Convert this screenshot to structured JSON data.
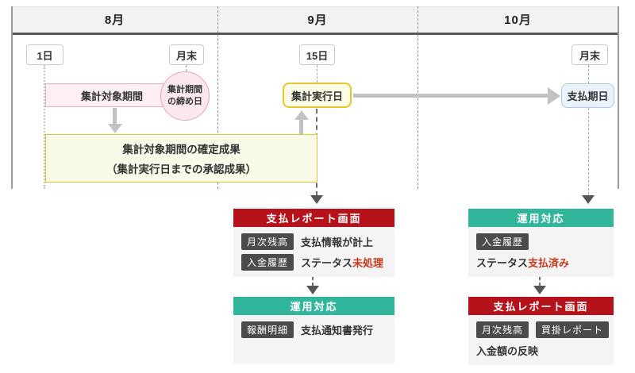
{
  "timeline": {
    "months": {
      "august": "8月",
      "september": "9月",
      "october": "10月"
    },
    "markers": {
      "aug_day1": "1日",
      "aug_eom": "月末",
      "sep_day15": "15日",
      "oct_eom": "月末"
    },
    "period_band": "集計対象期間",
    "closing_circle_line1": "集計期間",
    "closing_circle_line2": "の締め日",
    "execution_day": "集計実行日",
    "payment_due": "支払期日",
    "results_line1": "集計対象期間の確定成果",
    "results_line2": "（集計実行日までの承認成果）"
  },
  "flow_left_1": {
    "header": "支払レポート画面",
    "row1_tag": "月次残高",
    "row1_text": "支払情報が計上",
    "row2_tag": "入金履歴",
    "row2_text_prefix": "ステータス",
    "row2_text_highlight": "未処理"
  },
  "flow_left_2": {
    "header": "運用対応",
    "row1_tag": "報酬明細",
    "row1_text": "支払通知書発行"
  },
  "flow_right_1": {
    "header": "運用対応",
    "row1_tag": "入金履歴",
    "row2_text_prefix": "ステータス",
    "row2_text_highlight": "支払済み"
  },
  "flow_right_2": {
    "header": "支払レポート画面",
    "row1_tag1": "月次残高",
    "row1_tag2": "買掛レポート",
    "row2_text": "入金額の反映"
  },
  "colors": {
    "accent_red": "#b5121b",
    "accent_teal": "#31b69b",
    "highlight_text": "#c8371a",
    "tag_bg": "#4b4b4b",
    "period_pink": "#fdeff2",
    "execution_yellow": "#fffce6",
    "payment_blue": "#eaf3fc"
  }
}
